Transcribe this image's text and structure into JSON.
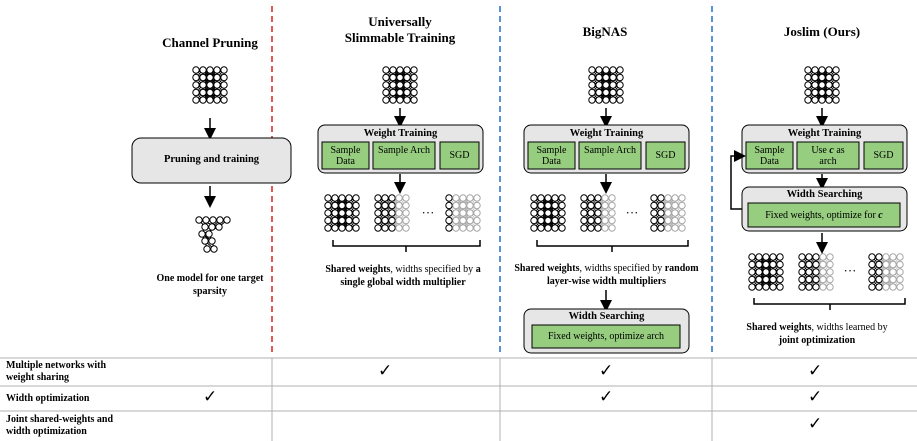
{
  "columns": {
    "channel_pruning": {
      "title": "Channel Pruning",
      "step": "Pruning and training",
      "caption": "One model for one target sparsity"
    },
    "us_training": {
      "title_line1": "Universally",
      "title_line2": "Slimmable Training",
      "box_title": "Weight Training",
      "sample_data": "Sample Data",
      "sample_arch": "Sample Arch",
      "sgd": "SGD",
      "dots": "···",
      "caption_bold": "Shared weights",
      "caption_mid": ", widths specified by ",
      "caption_bold2": "a",
      "caption_line2": "single global width multiplier"
    },
    "bignas": {
      "title": "BigNAS",
      "box_title": "Weight Training",
      "sample_data": "Sample Data",
      "sample_arch": "Sample Arch",
      "sgd": "SGD",
      "dots": "···",
      "caption_bold": "Shared weights",
      "caption_mid": ", widths specified by ",
      "caption_bold2": "random",
      "caption_line2": "layer-wise width multipliers",
      "search_title": "Width Searching",
      "search_text": "Fixed weights, optimize arch"
    },
    "joslim": {
      "title": "Joslim (Ours)",
      "box_title": "Weight Training",
      "sample_data": "Sample Data",
      "use_c_1": "Use",
      "use_c_var": "c",
      "use_c_2": "as",
      "use_c_3": "arch",
      "sgd": "SGD",
      "search_title": "Width Searching",
      "search_text": "Fixed weights, optimize for",
      "search_var": "c",
      "dots": "···",
      "caption_bold": "Shared weights",
      "caption_mid": ", widths learned by",
      "caption_line2": "joint optimization"
    }
  },
  "table": {
    "rows": [
      {
        "label_line1": "Multiple networks with",
        "label_line2": "weight sharing",
        "checks": [
          false,
          true,
          true,
          true
        ]
      },
      {
        "label_line1": "Width optimization",
        "label_line2": "",
        "checks": [
          true,
          false,
          true,
          true
        ]
      },
      {
        "label_line1": "Joint shared-weights and",
        "label_line2": "width optimization",
        "checks": [
          false,
          false,
          false,
          true
        ]
      }
    ],
    "check_symbol": "✓"
  },
  "colors": {
    "green": "#96cd7f",
    "gray_box": "#e6e6e6",
    "red_divider": "#d9302a",
    "blue_divider": "#2f79c9",
    "faded": "#a8a8a8"
  },
  "icons": [
    "neural-network-icon",
    "pruned-network-icon",
    "arrow-down-icon",
    "checkmark-icon"
  ]
}
